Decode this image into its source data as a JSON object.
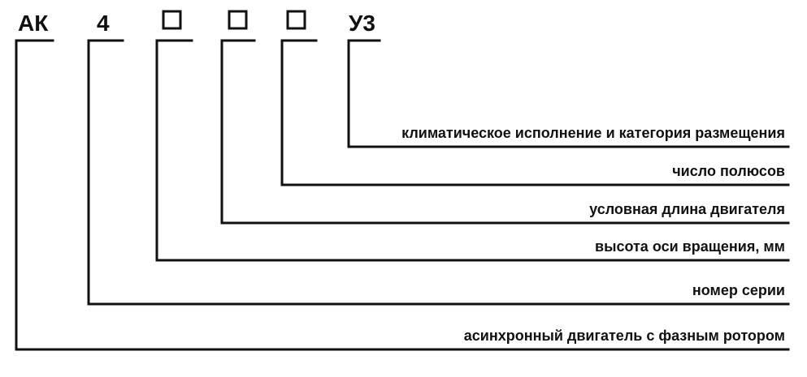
{
  "code": {
    "series_prefix": "АК",
    "series_number": "4",
    "placeholder_1": "",
    "placeholder_2": "",
    "placeholder_3": "",
    "suffix": "У3"
  },
  "descriptions": {
    "climatic": "климатическое исполнение и категория размещения",
    "poles": "число полюсов",
    "length": "условная длина двигателя",
    "axis_height": "высота оси вращения, мм",
    "series": "номер серии",
    "motor_type": "асинхронный двигатель с фазным ротором"
  }
}
